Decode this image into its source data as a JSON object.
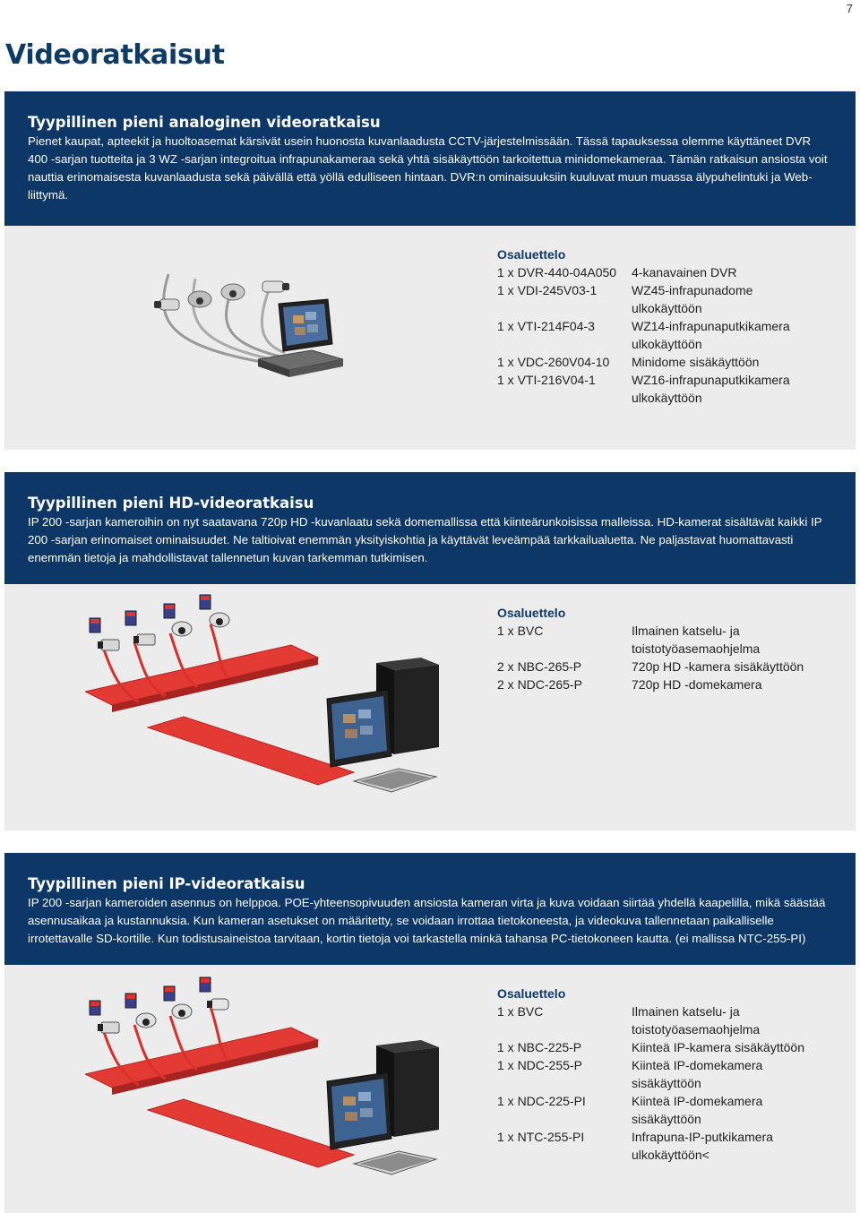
{
  "page_number": "7",
  "page_title": "Videoratkaisut",
  "sections": [
    {
      "heading": "Tyypillinen pieni analoginen videoratkaisu",
      "paragraph": "Pienet kaupat, apteekit ja huoltoasemat kärsivät usein huonosta kuvanlaadusta CCTV-järjestelmissään. Tässä tapauksessa olemme käyttäneet DVR 400 -sarjan tuotteita ja 3 WZ -sarjan integroitua infrapunakameraa sekä yhtä sisäkäyttöön tarkoitettua minidomekameraa. Tämän ratkaisun ansiosta voit nauttia erinomaisesta kuvanlaadusta sekä päivällä että yöllä edulliseen hintaan. DVR:n ominaisuuksiin kuuluvat muun muassa älypuhelintuki ja Web-liittymä.",
      "parts_title": "Osaluettelo",
      "parts": [
        {
          "item": "1 x DVR-440-04A050",
          "desc": "4-kanavainen DVR"
        },
        {
          "item": "1 x VDI-245V03-1",
          "desc": "WZ45-infrapunadome ulkokäyttöön"
        },
        {
          "item": "1 x VTI-214F04-3",
          "desc": "WZ14-infrapunaputkikamera ulkokäyttöön"
        },
        {
          "item": "1 x VDC-260V04-10",
          "desc": "Minidome sisäkäyttöön"
        },
        {
          "item": "1 x VTI-216V04-1",
          "desc": "WZ16-infrapunaputkikamera ulkokäyttöön"
        }
      ]
    },
    {
      "heading": "Tyypillinen pieni HD-videoratkaisu",
      "paragraph": "IP 200 -sarjan kameroihin on nyt saatavana 720p HD -kuvanlaatu sekä domemallissa että kiinteärunkoisissa malleissa. HD-kamerat sisältävät kaikki IP 200 -sarjan erinomaiset ominaisuudet. Ne taltioivat enemmän yksityiskohtia ja käyttävät leveämpää tarkkailualuetta. Ne paljastavat huomattavasti enemmän tietoja ja mahdollistavat tallennetun kuvan tarkemman tutkimisen.",
      "parts_title": "Osaluettelo",
      "parts": [
        {
          "item": "1 x BVC",
          "desc": "Ilmainen katselu- ja toistotyöasemaohjelma"
        },
        {
          "item": "2 x NBC-265-P",
          "desc": "720p HD -kamera sisäkäyttöön"
        },
        {
          "item": "2 x NDC-265-P",
          "desc": "720p HD -domekamera"
        }
      ]
    },
    {
      "heading": "Tyypillinen pieni IP-videoratkaisu",
      "paragraph": "IP 200 -sarjan kameroiden asennus on helppoa. POE-yhteensopivuuden ansiosta kameran virta ja kuva voidaan siirtää yhdellä kaapelilla, mikä säästää asennusaikaa ja kustannuksia. Kun kameran asetukset on määritetty, se voidaan irrottaa tietokoneesta, ja videokuva tallennetaan paikalliselle irrotettavalle SD-kortille. Kun todistusaineistoa tarvitaan, kortin tietoja voi tarkastella minkä tahansa PC-tietokoneen kautta. (ei mallissa NTC-255-PI)",
      "parts_title": "Osaluettelo",
      "parts": [
        {
          "item": "1 x BVC",
          "desc": "Ilmainen katselu- ja toistotyöasemaohjelma"
        },
        {
          "item": "1 x NBC-225-P",
          "desc": "Kiinteä IP-kamera sisäkäyttöön"
        },
        {
          "item": "1 x NDC-255-P",
          "desc": "Kiinteä IP-domekamera sisäkäyttöön"
        },
        {
          "item": "1 x NDC-225-PI",
          "desc": "Kiinteä IP-domekamera sisäkäyttöön"
        },
        {
          "item": "1 x NTC-255-PI",
          "desc": "Infrapuna-IP-putkikamera ulkokäyttöön<"
        }
      ]
    }
  ]
}
